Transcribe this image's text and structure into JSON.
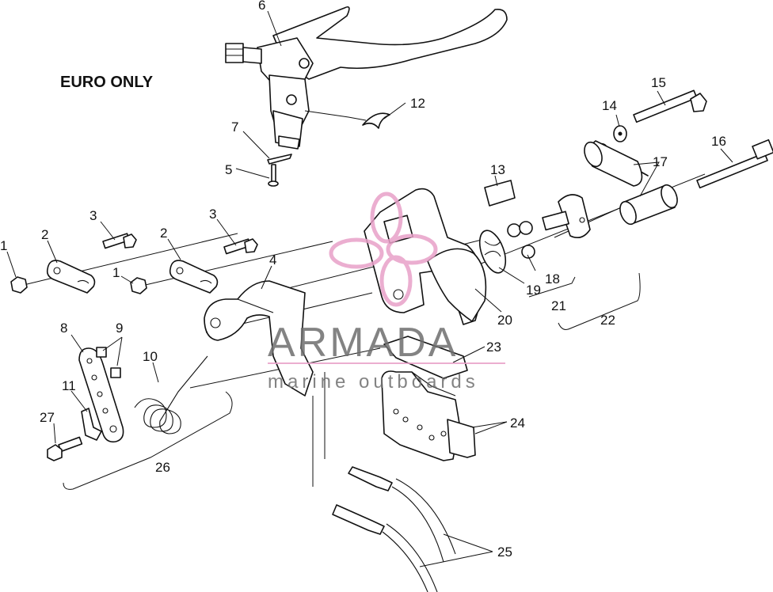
{
  "heading": "EURO ONLY",
  "callouts": [
    "1",
    "1",
    "2",
    "2",
    "3",
    "3",
    "4",
    "5",
    "6",
    "7",
    "8",
    "9",
    "10",
    "11",
    "12",
    "13",
    "14",
    "15",
    "16",
    "17",
    "18",
    "19",
    "20",
    "21",
    "22",
    "23",
    "24",
    "25",
    "26",
    "27"
  ],
  "watermark": {
    "brand": "ARMADA",
    "tagline": "marine outboards",
    "logo_color": "#e8a0c8",
    "text_color": "#6e6e6e",
    "rule_color": "#e8a0c8"
  }
}
